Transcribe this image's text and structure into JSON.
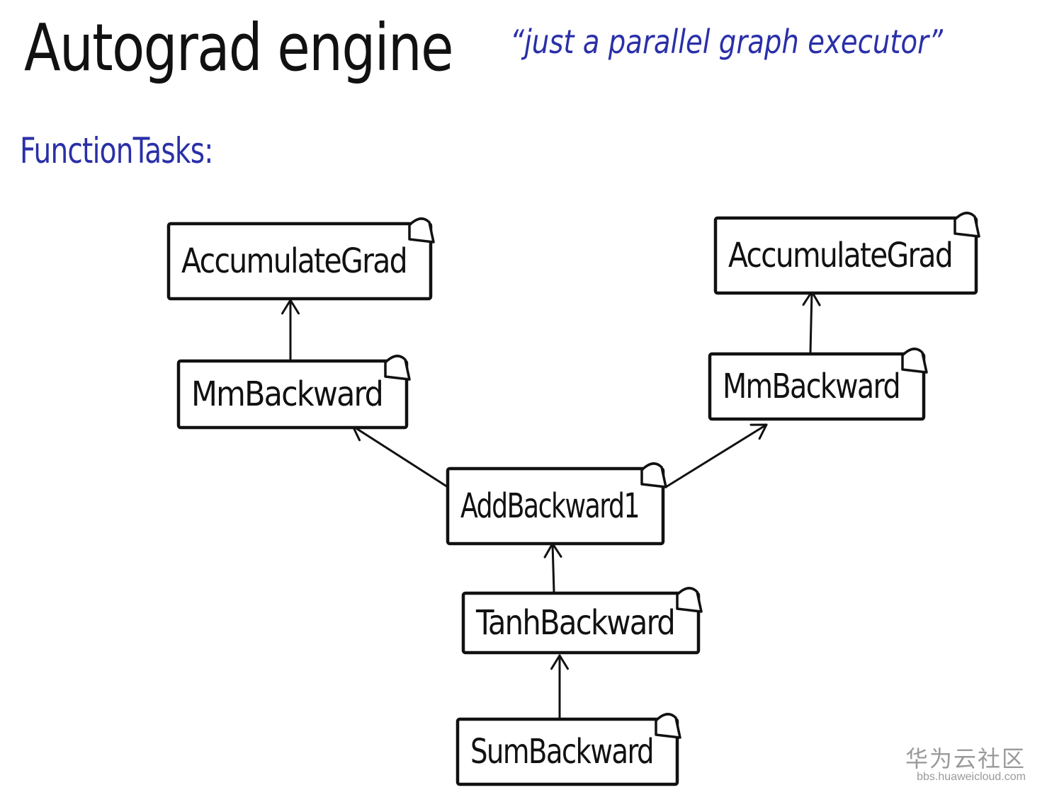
{
  "title": "Autograd engine",
  "subtitle": "“just a parallel graph executor”",
  "section_label": "FunctionTasks:",
  "nodes": [
    {
      "id": "acc_left",
      "label": "AccumulateGrad"
    },
    {
      "id": "acc_right",
      "label": "AccumulateGrad"
    },
    {
      "id": "mm_left",
      "label": "MmBackward"
    },
    {
      "id": "mm_right",
      "label": "MmBackward"
    },
    {
      "id": "add",
      "label": "AddBackward1"
    },
    {
      "id": "tanh",
      "label": "TanhBackward"
    },
    {
      "id": "sum",
      "label": "SumBackward"
    }
  ],
  "edges": [
    {
      "from": "mm_left",
      "to": "acc_left"
    },
    {
      "from": "mm_right",
      "to": "acc_right"
    },
    {
      "from": "add",
      "to": "mm_left"
    },
    {
      "from": "add",
      "to": "mm_right"
    },
    {
      "from": "tanh",
      "to": "add"
    },
    {
      "from": "sum",
      "to": "tanh"
    }
  ],
  "watermark": {
    "brand": "华为云社区",
    "url": "bbs.huaweicloud.com"
  },
  "colors": {
    "ink": "#111111",
    "blue_ink": "#2a2fa8",
    "watermark": "#9a9a9a"
  }
}
